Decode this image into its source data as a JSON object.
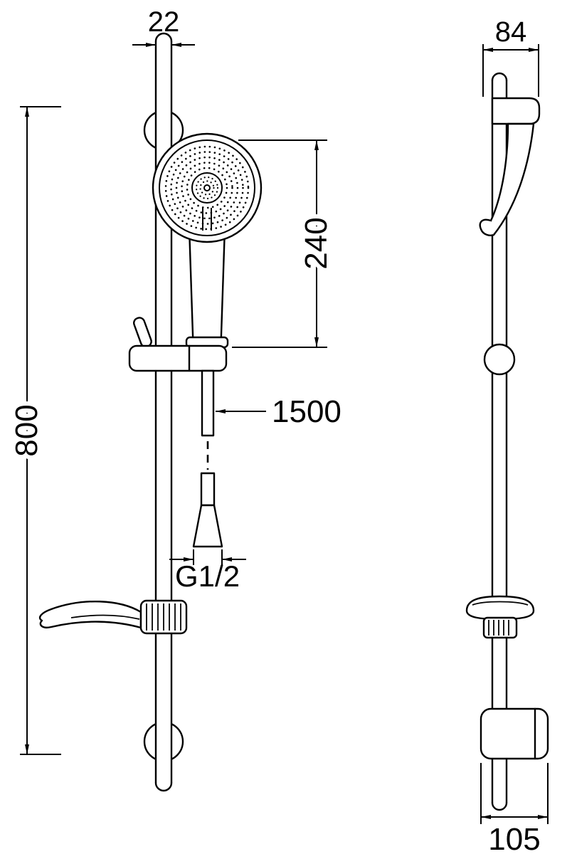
{
  "page": {
    "background": "#ffffff",
    "ink": "#000000"
  },
  "drawing": {
    "kind": "shower-rail-set-dimension-drawing",
    "front_view": {
      "bar_width_mm": "22",
      "overall_height_mm": "800",
      "handset_length_mm": "240",
      "hose_length_mm": "1500",
      "connector_thread": "G1/2"
    },
    "side_view": {
      "upper_bracket_depth_mm": "84",
      "lower_bracket_depth_mm": "105"
    }
  }
}
